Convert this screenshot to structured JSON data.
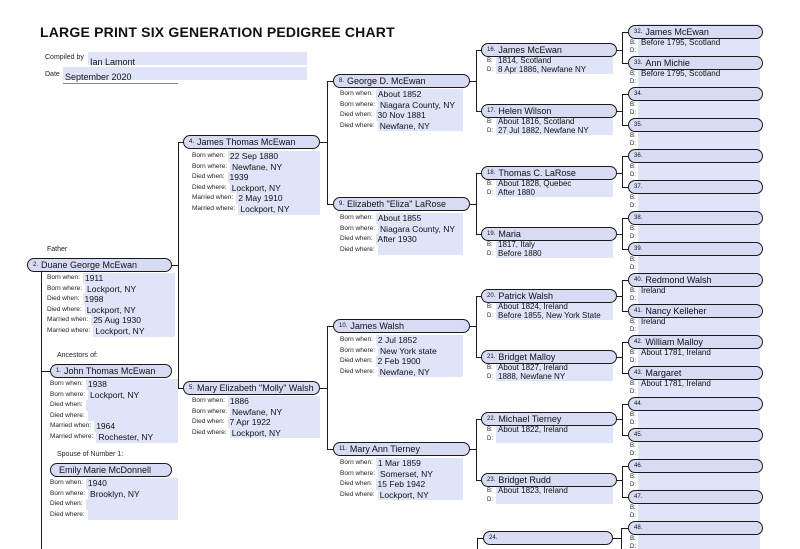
{
  "title": "LARGE PRINT SIX GENERATION PEDIGREE CHART",
  "form": {
    "compiled_by_label": "Compiled by",
    "compiled_by_value": "Ian Lamont",
    "date_label": "Date",
    "date_value": "September 2020"
  },
  "labels": {
    "father": "Father",
    "ancestors_of": "Ancestors of:",
    "spouse_of": "Spouse of Number 1:",
    "born_when": "Born when:",
    "born_where": "Born where:",
    "died_when": "Died when:",
    "died_where": "Died where:",
    "married_when": "Married when:",
    "married_where": "Married where:",
    "b": "B:",
    "d": "D:"
  },
  "colors": {
    "box_fill": "#d7dbf4",
    "value_fill": "#dfe4f8",
    "line": "#1a1a1a"
  },
  "people": {
    "p1": {
      "num": "1.",
      "name": "John Thomas McEwan",
      "born_when": "1938",
      "born_where": "Lockport, NY",
      "died_when": "",
      "died_where": "",
      "married_when": "1964",
      "married_where": "Rochester, NY"
    },
    "p2": {
      "num": "2.",
      "name": "Duane George McEwan",
      "born_when": "1911",
      "born_where": "Lockport, NY",
      "died_when": "1998",
      "died_where": "Lockport, NY",
      "married_when": "25 Aug 1930",
      "married_where": "Lockport, NY"
    },
    "spouse1": {
      "name": "Emily Marie McDonnell",
      "born_when": "1940",
      "born_where": "Brooklyn, NY",
      "died_when": "",
      "died_where": ""
    },
    "p4": {
      "num": "4.",
      "name": "James Thomas McEwan",
      "born_when": "22 Sep 1880",
      "born_where": "Newfane, NY",
      "died_when": "1939",
      "died_where": "Lockport, NY",
      "married_when": "2 May 1910",
      "married_where": "Lockport, NY"
    },
    "p5": {
      "num": "5.",
      "name": "Mary Elizabeth \"Molly\" Walsh",
      "born_when": "1886",
      "born_where": "Newfane, NY",
      "died_when": "7 Apr 1922",
      "died_where": "Lockport, NY"
    },
    "p8": {
      "num": "8.",
      "name": "George D. McEwan",
      "born_when": "About 1852",
      "born_where": "Niagara County, NY",
      "died_when": "30 Nov 1881",
      "died_where": "Newfane, NY"
    },
    "p9": {
      "num": "9.",
      "name": "Elizabeth \"Eliza\" LaRose",
      "born_when": "About 1855",
      "born_where": "Niagara County, NY",
      "died_when": "After 1930",
      "died_where": ""
    },
    "p10": {
      "num": "10.",
      "name": "James Walsh",
      "born_when": "2 Jul 1852",
      "born_where": "New York state",
      "died_when": "2 Feb 1900",
      "died_where": "Newfane, NY"
    },
    "p11": {
      "num": "11.",
      "name": "Mary Ann Tierney",
      "born_when": "1 Mar 1859",
      "born_where": "Somerset, NY",
      "died_when": "15 Feb 1942",
      "died_where": "Lockport, NY"
    },
    "p16": {
      "num": "16.",
      "name": "James McEwan",
      "b": "1814, Scotland",
      "d": "8 Apr 1886, Newfane NY"
    },
    "p17": {
      "num": "17.",
      "name": "Helen Wilson",
      "b": "About 1816, Scotland",
      "d": "27 Jul 1882, Newfane NY"
    },
    "p18": {
      "num": "18.",
      "name": "Thomas C. LaRose",
      "b": "About 1828, Quebec",
      "d": "After 1880"
    },
    "p19": {
      "num": "19.",
      "name": "Maria",
      "b": "1817, Italy",
      "d": "Before 1880"
    },
    "p20": {
      "num": "20.",
      "name": "Patrick Walsh",
      "b": "About 1824, Ireland",
      "d": "Before 1855, New York State"
    },
    "p21": {
      "num": "21.",
      "name": "Bridget Malloy",
      "b": "About 1827, Ireland",
      "d": "1888, Newfane NY"
    },
    "p22": {
      "num": "22.",
      "name": "Michael Tierney",
      "b": "About 1822, Ireland",
      "d": ""
    },
    "p23": {
      "num": "23.",
      "name": "Bridget Rudd",
      "b": "About 1823, Ireland",
      "d": ""
    },
    "p24": {
      "num": "24.",
      "name": ""
    },
    "p32": {
      "num": "32.",
      "name": "James McEwan",
      "b": "Before 1795, Scotland",
      "d": ""
    },
    "p33": {
      "num": "33.",
      "name": "Ann Michie",
      "b": "Before 1795, Scotland",
      "d": ""
    },
    "p34": {
      "num": "34.",
      "name": "",
      "b": "",
      "d": ""
    },
    "p35": {
      "num": "35.",
      "name": "",
      "b": "",
      "d": ""
    },
    "p36": {
      "num": "36.",
      "name": "",
      "b": "",
      "d": ""
    },
    "p37": {
      "num": "37.",
      "name": "",
      "b": "",
      "d": ""
    },
    "p38": {
      "num": "38.",
      "name": "",
      "b": "",
      "d": ""
    },
    "p39": {
      "num": "39.",
      "name": "",
      "b": "",
      "d": ""
    },
    "p40": {
      "num": "40.",
      "name": "Redmond Walsh",
      "b": "Ireland",
      "d": ""
    },
    "p41": {
      "num": "41.",
      "name": "Nancy Kelleher",
      "b": "Ireland",
      "d": ""
    },
    "p42": {
      "num": "42.",
      "name": "William Malloy",
      "b": "About 1781, Ireland",
      "d": ""
    },
    "p43": {
      "num": "43.",
      "name": "Margaret",
      "b": "About 1781, Ireland",
      "d": ""
    },
    "p44": {
      "num": "44.",
      "name": "",
      "b": "",
      "d": ""
    },
    "p45": {
      "num": "45.",
      "name": "",
      "b": "",
      "d": ""
    },
    "p46": {
      "num": "46.",
      "name": "",
      "b": "",
      "d": ""
    },
    "p47": {
      "num": "47.",
      "name": "",
      "b": "",
      "d": ""
    },
    "p48": {
      "num": "48.",
      "name": "",
      "b": "",
      "d": ""
    }
  }
}
